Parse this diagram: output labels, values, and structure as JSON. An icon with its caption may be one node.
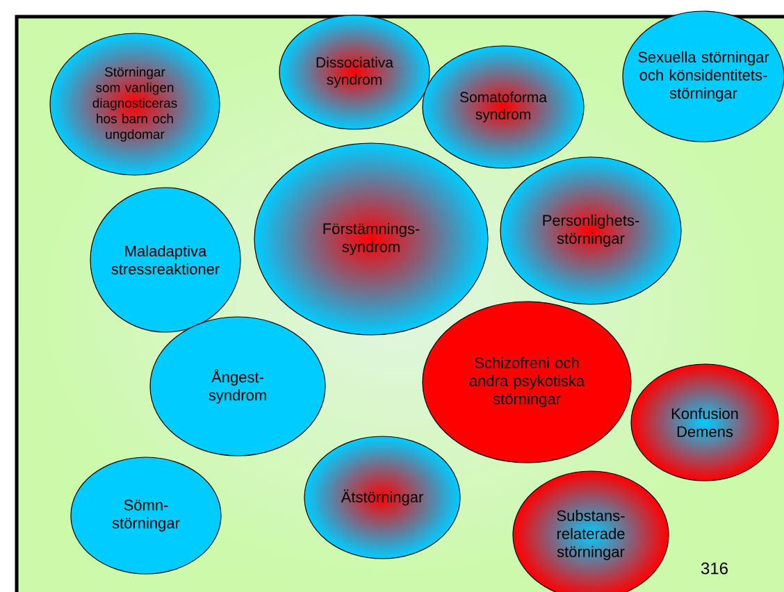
{
  "diagram": {
    "nodes": [
      {
        "text": [
          "Störningar som vanligen diagnosticeras hos barn och ungdomar"
        ]
      },
      {
        "text": [
          "Dissociativa syndrom"
        ]
      },
      {
        "text": [
          "Somatoforma syndrom"
        ]
      },
      {
        "text": [
          "Sexuella störningar och könsidentitets- störningar"
        ]
      },
      {
        "text": [
          "Maladaptiva stressreaktioner"
        ]
      },
      {
        "text": [
          "Förstämnings- syndrom"
        ]
      },
      {
        "text": [
          "Personlighets- störningar"
        ]
      },
      {
        "text": [
          "Ångest- syndrom"
        ]
      },
      {
        "text": [
          "Schizofreni och andra psykotiska störningar"
        ]
      },
      {
        "text": [
          "Konfusion Demens"
        ]
      },
      {
        "text": [
          "Sömn- störningar"
        ]
      },
      {
        "text": [
          "Ätstörningar"
        ]
      },
      {
        "text": [
          "Substans- relaterade störningar"
        ]
      }
    ],
    "labels": [
      "316"
    ]
  }
}
